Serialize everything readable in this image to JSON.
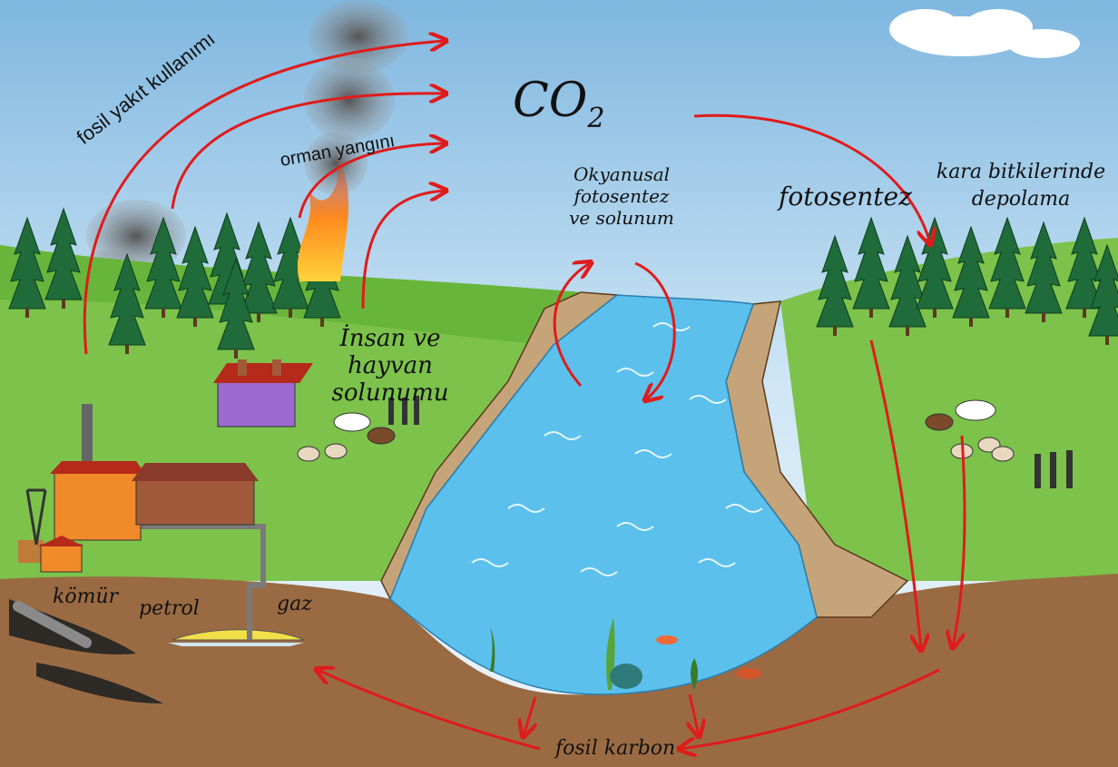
{
  "labels": {
    "co2_main": "CO",
    "co2_sub": "2",
    "fossil_fuel_use": "fosil yakıt kullanımı",
    "forest_fire": "orman yangını",
    "ocean": "Okyanusal fotosentez ve solunum",
    "human_animal_respiration": "İnsan ve hayvan solunumu",
    "photosynthesis": "fotosentez",
    "land_plant_storage": "kara bitkilerinde depolama",
    "coal": "kömür",
    "oil": "petrol",
    "gas": "gaz",
    "fossil_carbon": "fosil karbon"
  },
  "colors": {
    "arrow": "#e01b1b",
    "sky_top": "#8fc3e6",
    "grass": "#7cc24b",
    "water": "#5bc0ec",
    "soil": "#9a6b43",
    "smoke": "#6e6e6e"
  }
}
